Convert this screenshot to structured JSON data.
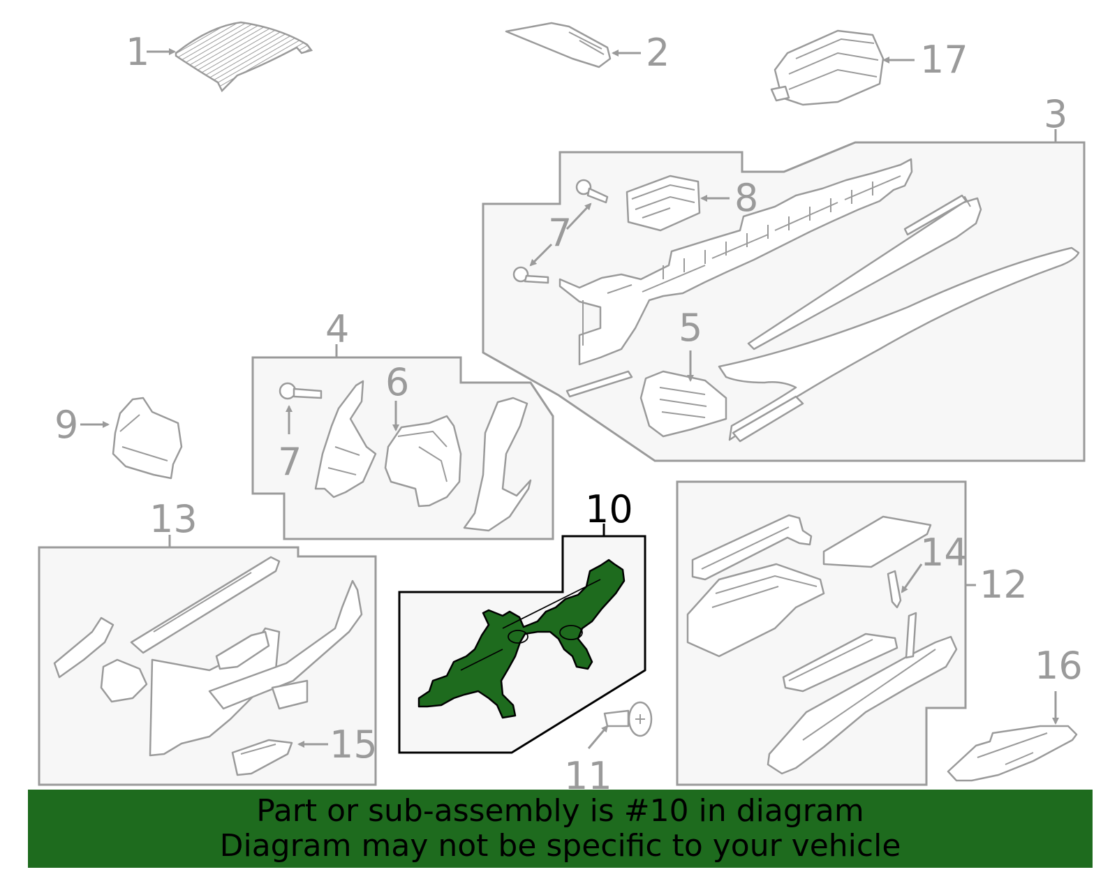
{
  "callouts": {
    "c1": "1",
    "c2": "2",
    "c3": "3",
    "c4": "4",
    "c5": "5",
    "c6": "6",
    "c7a": "7",
    "c7b": "7",
    "c8": "8",
    "c9": "9",
    "c10": "10",
    "c11": "11",
    "c12": "12",
    "c13": "13",
    "c14": "14",
    "c15": "15",
    "c16": "16",
    "c17": "17"
  },
  "highlighted_part": "10",
  "banner": {
    "line1": "Part or sub-assembly is #10 in diagram",
    "line2": "Diagram may not be specific to your vehicle"
  },
  "colors": {
    "highlight": "#1e6b1e",
    "outline": "#9a9a9a",
    "box_fill": "#f7f7f7",
    "highlight_outline": "#000000"
  }
}
